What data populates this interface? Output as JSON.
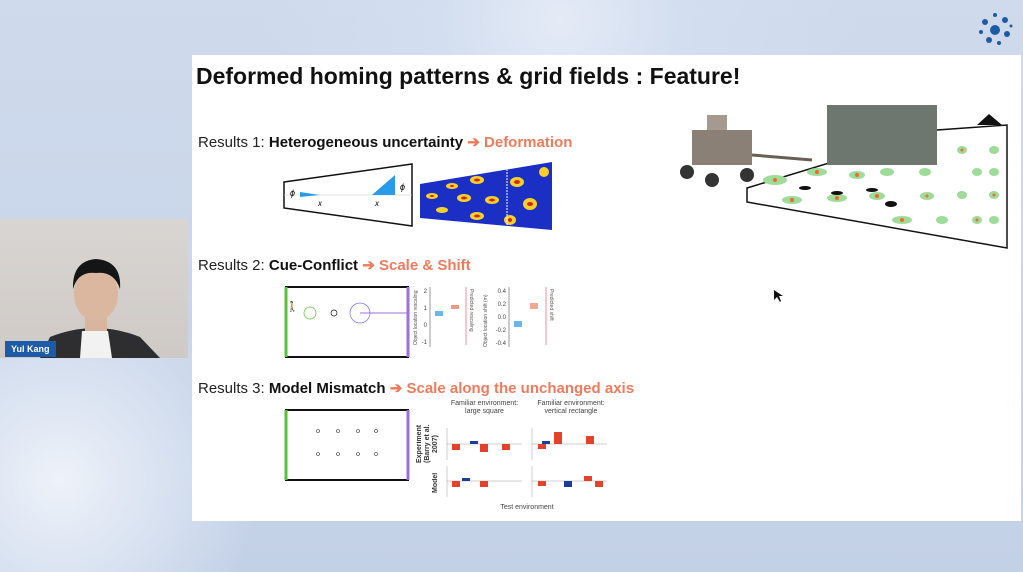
{
  "participant": {
    "name": "Yul Kang"
  },
  "slide": {
    "title": "Deformed homing patterns  &  grid fields   : Feature!",
    "results": [
      {
        "prefix": "Results 1: ",
        "topic": "Heterogeneous uncertainty",
        "arrow": "➔",
        "outcome": "Deformation"
      },
      {
        "prefix": "Results 2: ",
        "topic": "Cue-Conflict",
        "arrow": "➔",
        "outcome": "Scale & Shift"
      },
      {
        "prefix": "Results 3: ",
        "topic": "Model Mismatch",
        "arrow": "➔",
        "outcome": "Scale along the unchanged axis"
      }
    ],
    "fig1": {
      "phi": "ϕ",
      "x": "x"
    },
    "fig2": {
      "y1_label": "Object location rescaling",
      "y1_ticks": [
        "2",
        "1",
        "0",
        "-1"
      ],
      "y2_label": "Object location shift (m)",
      "y2_ticks": [
        "0.4",
        "0.2",
        "0.0",
        "-0.2",
        "-0.4"
      ],
      "pred1": "Predicted rescaling",
      "pred2": "Predicted shift"
    },
    "fig3": {
      "col1": "Familiar environment: large square",
      "col2": "Familiar environment: vertical rectangle",
      "row1": "Experiment (Barry et al. 2007)",
      "row2": "Model",
      "xlabel": "Test environment"
    }
  },
  "colors": {
    "accent": "#ef7b5c",
    "name_tag": "#1d5aa8"
  }
}
